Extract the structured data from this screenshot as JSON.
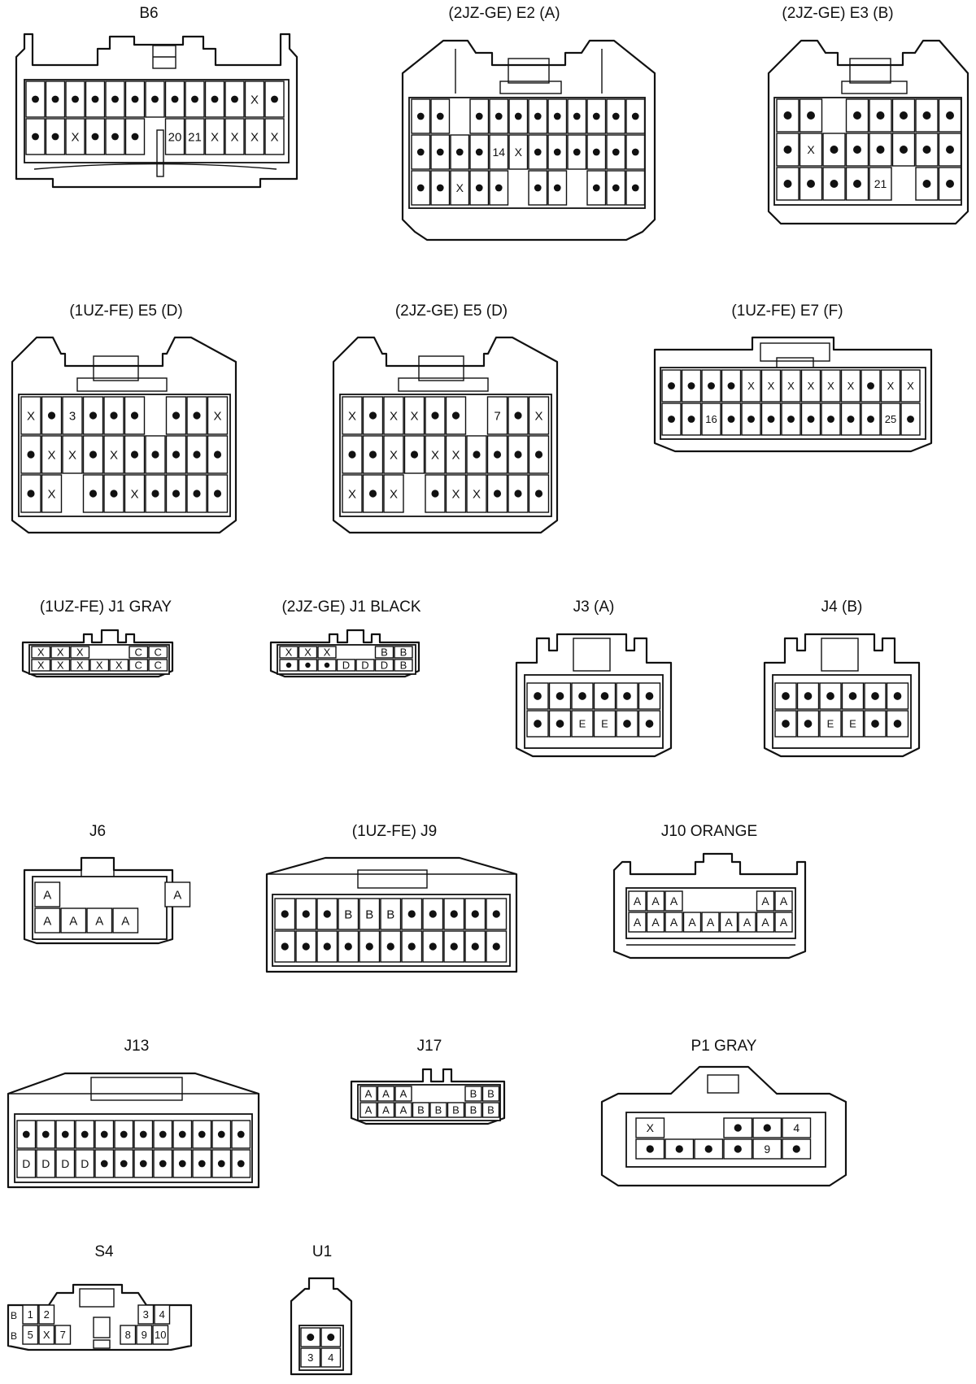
{
  "connectors": {
    "B6": {
      "title": "B6",
      "rows": [
        [
          "•",
          "•",
          "•",
          "•",
          "•",
          "•",
          "•",
          "•",
          "•",
          "•",
          "•",
          "X",
          "•"
        ],
        [
          "•",
          "•",
          "X",
          "•",
          "•",
          "•",
          "",
          "20",
          "21",
          "X",
          "X",
          "X",
          "X"
        ]
      ]
    },
    "E2": {
      "title": "(2JZ-GE)  E2 (A)",
      "rows": [
        [
          "•",
          "•",
          "",
          "•",
          "•",
          "•",
          "•",
          "•",
          "•",
          "•",
          "•",
          "•"
        ],
        [
          "•",
          "•",
          "•",
          "•",
          "14",
          "X",
          "•",
          "•",
          "•",
          "•",
          "•",
          "•"
        ],
        [
          "•",
          "•",
          "X",
          "•",
          "•",
          "",
          "•",
          "•",
          "",
          "•",
          "•",
          "•"
        ]
      ]
    },
    "E3": {
      "title": "(2JZ-GE)  E3 (B)",
      "rows": [
        [
          "•",
          "•",
          "",
          "•",
          "•",
          "•",
          "•",
          "•"
        ],
        [
          "•",
          "X",
          "•",
          "•",
          "•",
          "•",
          "•",
          "•"
        ],
        [
          "•",
          "•",
          "•",
          "•",
          "21",
          "",
          "•",
          "•"
        ]
      ]
    },
    "E5a": {
      "title": "(1UZ-FE)  E5 (D)",
      "rows": [
        [
          "X",
          "•",
          "3",
          "•",
          "•",
          "•",
          "",
          "•",
          "•",
          "X"
        ],
        [
          "•",
          "X",
          "X",
          "•",
          "X",
          "•",
          "•",
          "•",
          "•",
          "•"
        ],
        [
          "•",
          "X",
          "",
          "•",
          "•",
          "X",
          "•",
          "•",
          "•",
          "•"
        ]
      ]
    },
    "E5b": {
      "title": "(2JZ-GE)  E5 (D)",
      "rows": [
        [
          "X",
          "•",
          "X",
          "X",
          "•",
          "•",
          "",
          "7",
          "•",
          "X"
        ],
        [
          "•",
          "•",
          "X",
          "•",
          "X",
          "X",
          "•",
          "•",
          "•",
          "•"
        ],
        [
          "X",
          "•",
          "X",
          "",
          "•",
          "X",
          "X",
          "•",
          "•",
          "•"
        ]
      ]
    },
    "E7": {
      "title": "(1UZ-FE)  E7 (F)",
      "rows": [
        [
          "•",
          "•",
          "•",
          "•",
          "X",
          "X",
          "X",
          "X",
          "X",
          "X",
          "•",
          "X",
          "X"
        ],
        [
          "•",
          "•",
          "16",
          "•",
          "•",
          "•",
          "•",
          "•",
          "•",
          "•",
          "•",
          "25",
          "•"
        ]
      ]
    },
    "J1g": {
      "title": "(1UZ-FE)  J1  GRAY",
      "rows": [
        [
          "X",
          "X",
          "X",
          "",
          "",
          "C",
          "C"
        ],
        [
          "X",
          "X",
          "X",
          "X",
          "X",
          "C",
          "C"
        ]
      ]
    },
    "J1b": {
      "title": "(2JZ-GE)  J1  BLACK",
      "rows": [
        [
          "X",
          "X",
          "X",
          "",
          "",
          "B",
          "B"
        ],
        [
          "•",
          "•",
          "•",
          "D",
          "D",
          "D",
          "B"
        ]
      ]
    },
    "J3": {
      "title": "J3 (A)",
      "rows": [
        [
          "•",
          "•",
          "•",
          "•",
          "•",
          "•"
        ],
        [
          "•",
          "•",
          "E",
          "E",
          "•",
          "•"
        ]
      ]
    },
    "J4": {
      "title": "J4 (B)",
      "rows": [
        [
          "•",
          "•",
          "•",
          "•",
          "•",
          "•"
        ],
        [
          "•",
          "•",
          "E",
          "E",
          "•",
          "•"
        ]
      ]
    },
    "J6": {
      "title": "J6",
      "rows": [
        [
          "A",
          "",
          "",
          "",
          "",
          "A"
        ],
        [
          "A",
          "A",
          "A",
          "A",
          "",
          ""
        ]
      ]
    },
    "J9": {
      "title": "(1UZ-FE)  J9",
      "rows": [
        [
          "•",
          "•",
          "•",
          "B",
          "B",
          "B",
          "•",
          "•",
          "•",
          "•",
          "•"
        ],
        [
          "•",
          "•",
          "•",
          "•",
          "•",
          "•",
          "•",
          "•",
          "•",
          "•",
          "•"
        ]
      ]
    },
    "J10": {
      "title": "J10  ORANGE",
      "rows": [
        [
          "A",
          "A",
          "A",
          "",
          "",
          "",
          "",
          "A",
          "A"
        ],
        [
          "A",
          "A",
          "A",
          "A",
          "A",
          "A",
          "A",
          "A",
          "A"
        ]
      ]
    },
    "J13": {
      "title": "J13",
      "rows": [
        [
          "•",
          "•",
          "•",
          "•",
          "•",
          "•",
          "•",
          "•",
          "•",
          "•",
          "•",
          "•"
        ],
        [
          "D",
          "D",
          "D",
          "D",
          "•",
          "•",
          "•",
          "•",
          "•",
          "•",
          "•",
          "•"
        ]
      ]
    },
    "J17": {
      "title": "J17",
      "rows": [
        [
          "A",
          "A",
          "A",
          "",
          "",
          "",
          "B",
          "B"
        ],
        [
          "A",
          "A",
          "A",
          "B",
          "B",
          "B",
          "B",
          "B"
        ]
      ]
    },
    "P1": {
      "title": "P1  GRAY",
      "rows": [
        [
          "X",
          "",
          "",
          "•",
          "•",
          "4"
        ],
        [
          "•",
          "•",
          "•",
          "•",
          "9",
          "•"
        ]
      ]
    },
    "S4": {
      "title": "S4",
      "rows": [
        [
          "1",
          "2",
          "",
          "3",
          "4"
        ],
        [
          "5",
          "X",
          "7",
          "8",
          "9",
          "10"
        ]
      ],
      "side_labels": [
        "B",
        "B"
      ]
    },
    "U1": {
      "title": "U1",
      "rows": [
        [
          "•",
          "•"
        ],
        [
          "3",
          "4"
        ]
      ]
    }
  }
}
